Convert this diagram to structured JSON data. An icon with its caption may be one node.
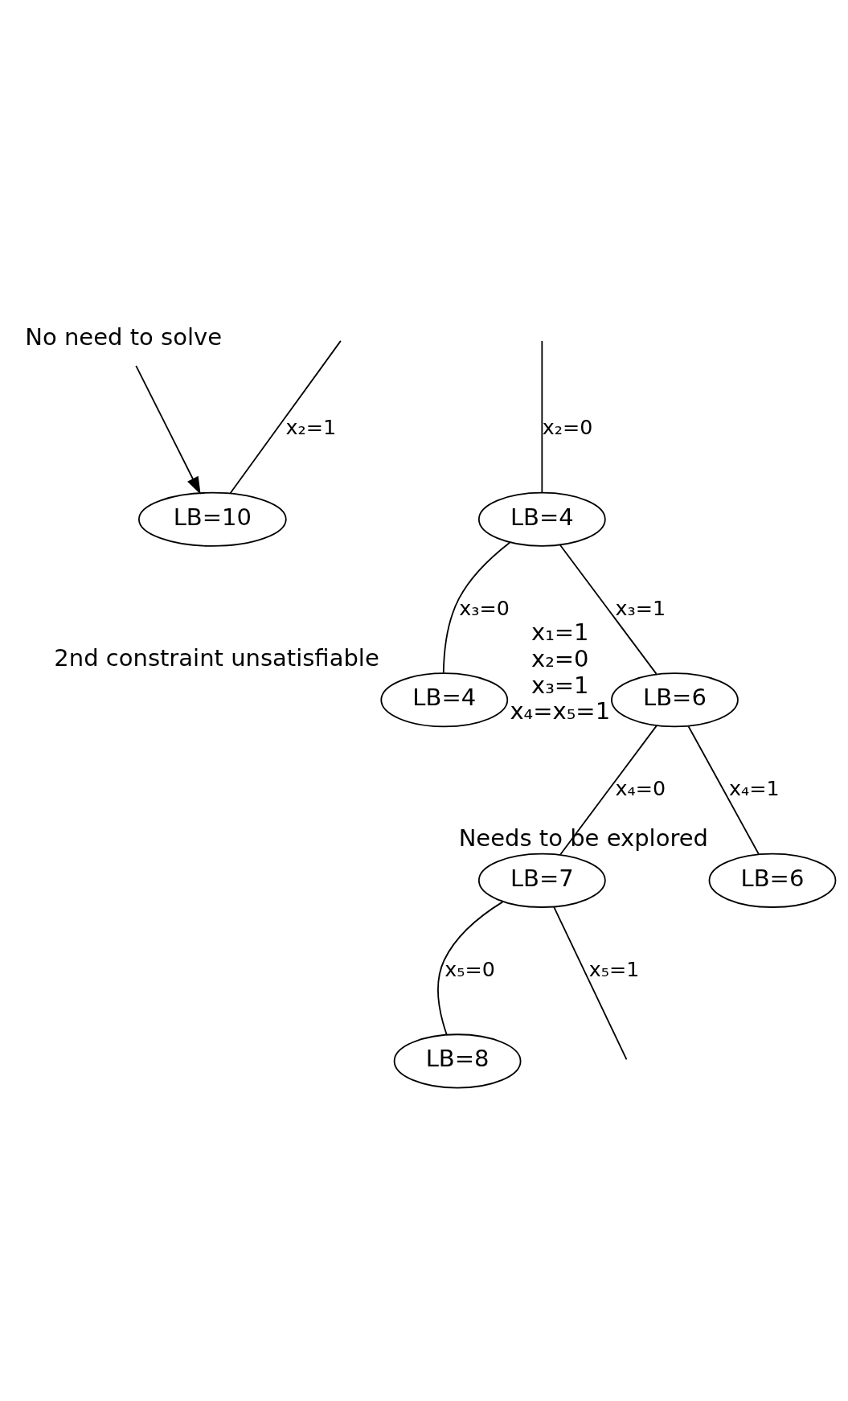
{
  "diagram": {
    "nodes": [
      {
        "text": [
          "LB=10"
        ]
      },
      {
        "text": [
          "LB=4"
        ]
      },
      {
        "text": [
          "LB=4"
        ],
        "beside": [
          "2nd constraint unsatisfiable"
        ]
      },
      {
        "text": [
          "LB=6"
        ],
        "beside": [
          "x₁=1",
          "x₂=0",
          "x₃=1",
          "x₄=x₅=1"
        ]
      },
      {
        "text": [
          "LB=7"
        ]
      },
      {
        "text": [
          "LB=6"
        ],
        "beside": [
          "Needs to be explored"
        ]
      },
      {
        "text": [
          "LB=8"
        ]
      },
      {
        "text": [
          "No need to solve"
        ]
      }
    ],
    "edges": [
      {
        "from": null,
        "to": 0,
        "arrow": "none",
        "label": "x₂=1"
      },
      {
        "from": null,
        "to": 1,
        "arrow": "none",
        "label": "x₂=0"
      },
      {
        "from": 1,
        "to": 2,
        "arrow": "none",
        "label": "x₃=0"
      },
      {
        "from": 1,
        "to": 3,
        "arrow": "none",
        "label": "x₃=1"
      },
      {
        "from": 3,
        "to": 4,
        "arrow": "none",
        "label": "x₄=0"
      },
      {
        "from": 3,
        "to": 5,
        "arrow": "none",
        "label": "x₄=1"
      },
      {
        "from": 4,
        "to": 6,
        "arrow": "none",
        "label": "x₅=0"
      },
      {
        "from": 4,
        "to": null,
        "arrow": "none",
        "label": "x₅=1"
      },
      {
        "from": 7,
        "to": 0,
        "arrow": "to"
      }
    ]
  }
}
